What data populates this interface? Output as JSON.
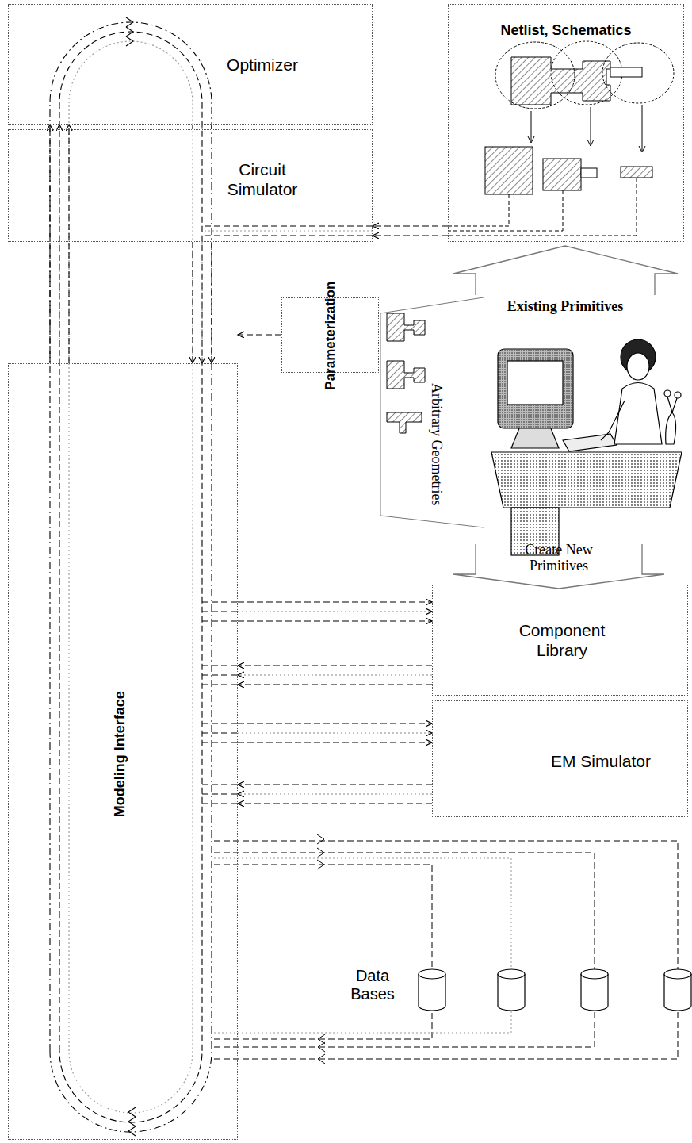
{
  "diagram": {
    "nodes": [
      {
        "text": [
          "Optimizer"
        ]
      },
      {
        "text": [
          "Circuit Simulator"
        ]
      },
      {
        "text": [
          "Netlist, Schematics"
        ]
      },
      {
        "text": [
          "Parameterization"
        ]
      },
      {
        "text": [
          "Modeling Interface"
        ]
      },
      {
        "text": [
          "Component Library"
        ]
      },
      {
        "text": [
          "EM Simulator"
        ]
      }
    ],
    "edges": [
      {
        "from": 4,
        "to": 0,
        "arrow": "to"
      },
      {
        "from": 0,
        "to": 1,
        "arrow": "none"
      },
      {
        "from": 1,
        "to": 4,
        "arrow": "to"
      },
      {
        "from": 2,
        "to": 1,
        "arrow": "to"
      },
      {
        "from": 3,
        "to": 4,
        "arrow": "to"
      },
      {
        "from": 4,
        "to": 5,
        "arrow": "to"
      },
      {
        "from": 5,
        "to": 4,
        "arrow": "to"
      },
      {
        "from": 4,
        "to": 6,
        "arrow": "to"
      },
      {
        "from": 6,
        "to": 4,
        "arrow": "to"
      }
    ],
    "labels": [
      "Existing Primitives",
      "Arbitrary Geometries",
      "Create New Primitives",
      "Data Bases"
    ]
  }
}
